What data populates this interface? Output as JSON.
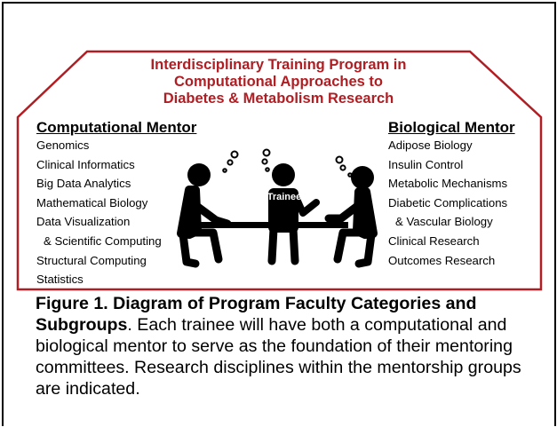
{
  "title_lines": [
    "Interdisciplinary Training Program in",
    "Computational Approaches to",
    "Diabetes & Metabolism Research"
  ],
  "computational": {
    "heading": "Computational Mentor",
    "items": [
      "Genomics",
      "Clinical Informatics",
      "Big Data Analytics",
      "Mathematical Biology",
      "Data Visualization",
      "& Scientific Computing",
      "Structural Computing",
      "Statistics"
    ]
  },
  "biological": {
    "heading": "Biological Mentor",
    "items": [
      "Adipose Biology",
      "Insulin Control",
      "Metabolic Mechanisms",
      "Diabetic Complications",
      "& Vascular Biology",
      "Clinical Research",
      "Outcomes Research"
    ]
  },
  "trainee_label": "Trainee",
  "caption": {
    "bold": "Figure 1. Diagram of Program Faculty Categories and Subgroups",
    "text": ". Each trainee will have both a computational and biological mentor to serve as the foundation of their mentoring committees. Research disciplines within the mentorship groups are indicated."
  },
  "colors": {
    "accent": "#b01e23",
    "figure": "#000000"
  },
  "icons": [
    "person-left-icon",
    "person-center-icon",
    "person-right-icon",
    "table-icon",
    "thought-bubbles-icon"
  ]
}
